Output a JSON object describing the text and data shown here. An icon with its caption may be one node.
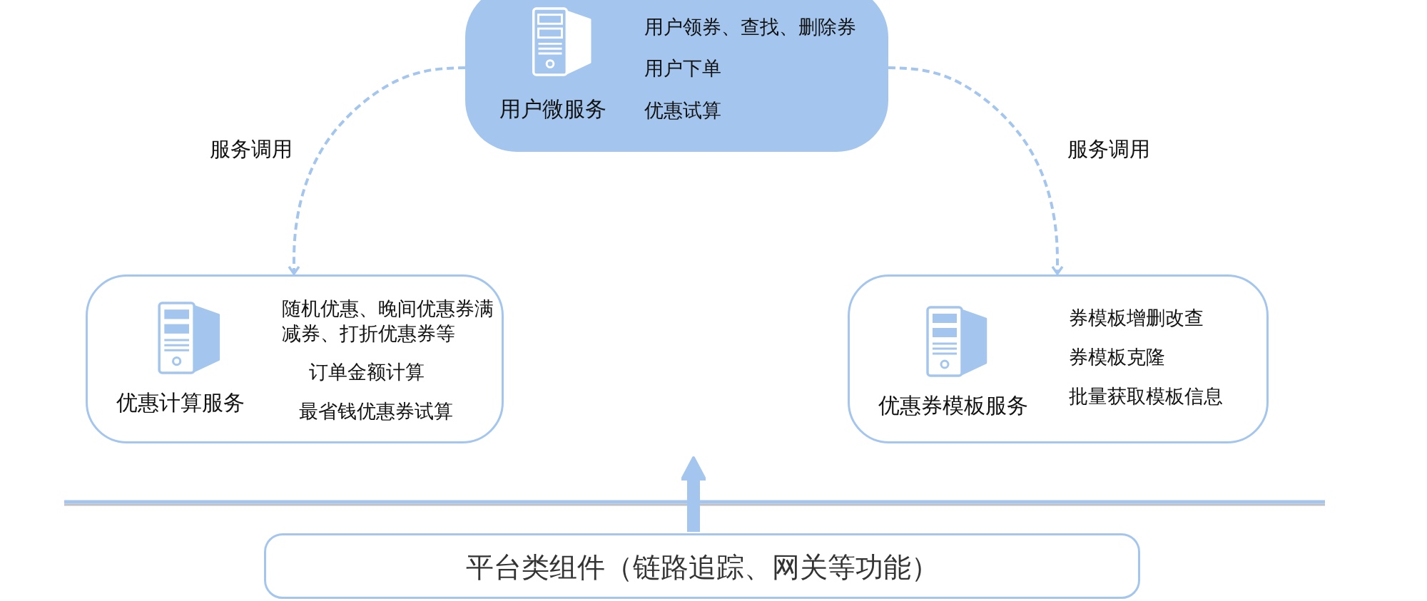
{
  "diagram": {
    "nodes": [
      {
        "text": [
          "用户微服务",
          "用户领券、查找、删除券",
          "用户下单",
          "优惠试算"
        ]
      },
      {
        "text": [
          "优惠计算服务",
          "随机优惠、晚间优惠券满减券、打折优惠券等",
          "订单金额计算",
          "最省钱优惠券试算"
        ]
      },
      {
        "text": [
          "优惠券模板服务",
          "券模板增删改查",
          "券模板克隆",
          "批量获取模板信息"
        ]
      },
      {
        "text": [
          "平台类组件（链路追踪、网关等功能）"
        ]
      }
    ],
    "edges": [
      {
        "from": 0,
        "to": 1,
        "arrow": "to",
        "style": "dashed",
        "label": "服务调用"
      },
      {
        "from": 0,
        "to": 2,
        "arrow": "to",
        "style": "dashed",
        "label": "服务调用"
      },
      {
        "from": 3,
        "to": null,
        "arrow": "to",
        "style": "thick"
      }
    ]
  }
}
